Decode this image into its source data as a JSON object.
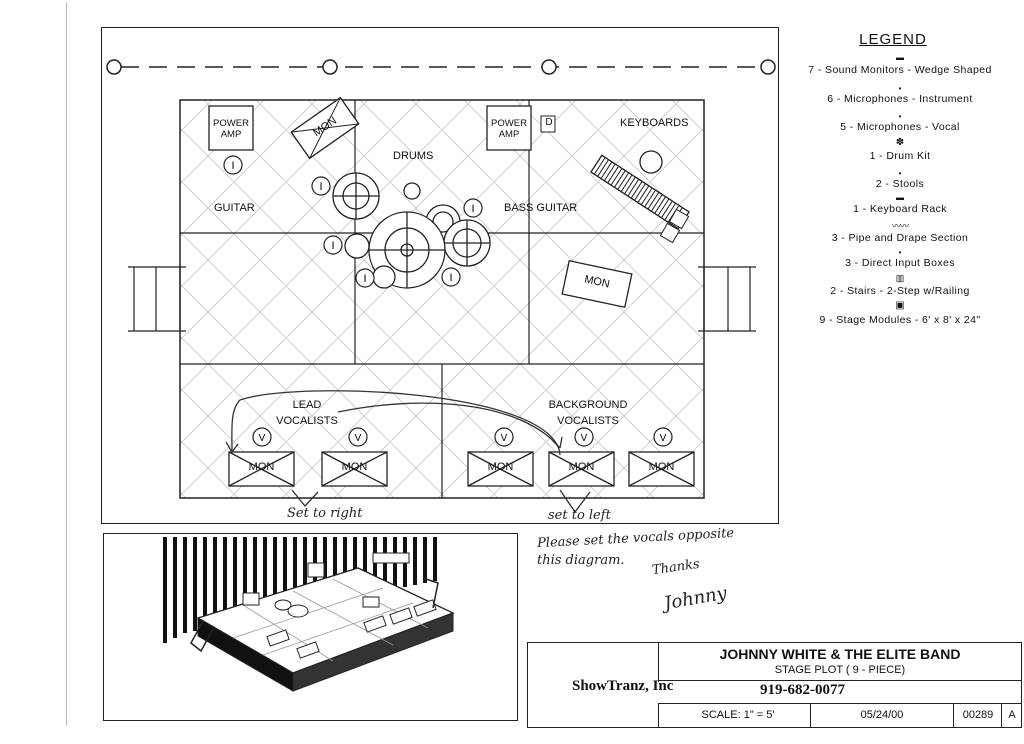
{
  "stage": {
    "power_amp_left": "POWER AMP",
    "power_amp_right": "POWER AMP",
    "mon_drum": "MON",
    "mon_keys": "MON",
    "drums": "DRUMS",
    "keyboards": "KEYBOARDS",
    "guitar": "GUITAR",
    "bass_guitar": "BASS GUITAR",
    "lead_vocalists": "LEAD VOCALISTS",
    "background_vocalists": "BACKGROUND VOCALISTS",
    "front_monitors": [
      "MON",
      "MON",
      "MON",
      "MON",
      "MON"
    ],
    "instrument_mic_symbol": "I",
    "vocal_mic_symbol": "V",
    "di_symbol": "D"
  },
  "legend": {
    "title": "LEGEND",
    "items": [
      "7 - Sound Monitors - Wedge Shaped",
      "6 - Microphones - Instrument",
      "5 - Microphones - Vocal",
      "1 - Drum Kit",
      "2 - Stools",
      "1 - Keyboard Rack",
      "3 - Pipe and Drape Section",
      "3 - Direct Input Boxes",
      "2 - Stairs - 2-Step w/Railing",
      "9 - Stage Modules - 6' x 8' x 24\""
    ]
  },
  "handwriting": {
    "set_to_right": "Set to right",
    "set_to_left": "set to left",
    "note_line1": "Please set the vocals opposite",
    "note_line2": "this diagram.",
    "thanks": "Thanks",
    "signature": "Johnny"
  },
  "title_block": {
    "band": "JOHNNY WHITE & THE ELITE BAND",
    "subtitle": "STAGE PLOT ( 9 - PIECE)",
    "company": "ShowTranz, Inc",
    "phone": "919-682-0077",
    "scale": "SCALE: 1\" = 5'",
    "date": "05/24/00",
    "number": "00289",
    "rev": "A"
  }
}
